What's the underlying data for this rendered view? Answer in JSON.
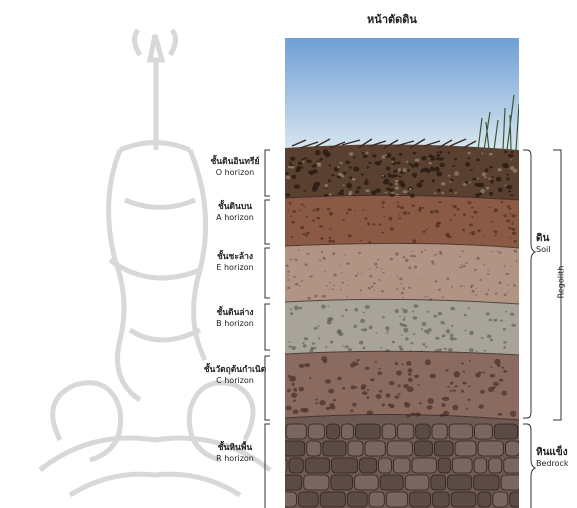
{
  "title": "หน้าตัดดิน",
  "horizons": [
    {
      "id": "o",
      "th": "ชั้นดินอินทรีย์",
      "en": "O horizon"
    },
    {
      "id": "a",
      "th": "ชั้นดินบน",
      "en": "A horizon"
    },
    {
      "id": "e",
      "th": "ชั้นชะล้าง",
      "en": "E horizon"
    },
    {
      "id": "b",
      "th": "ชั้นดินล่าง",
      "en": "B horizon"
    },
    {
      "id": "c",
      "th": "ชั้นวัตถุต้นกำเนิด",
      "en": "C horizon"
    },
    {
      "id": "r",
      "th": "ชั้นหินพื้น",
      "en": "R horizon"
    }
  ],
  "soil_group": {
    "th": "ดิน",
    "en": "Soil"
  },
  "bedrock_group": {
    "th": "หินแข็ง",
    "en": "Bedrock"
  },
  "regolith_label": "Regolith",
  "colors": {
    "sky_top": "#6f9fd4",
    "sky_bottom": "#d8e6ef",
    "o_horizon": "#5a4030",
    "a_horizon": "#8a5a44",
    "e_horizon": "#b29484",
    "b_horizon": "#a8a49a",
    "c_horizon": "#8b6a60",
    "r_horizon": "#6e5a52",
    "watermark": "#d4d4d4"
  }
}
